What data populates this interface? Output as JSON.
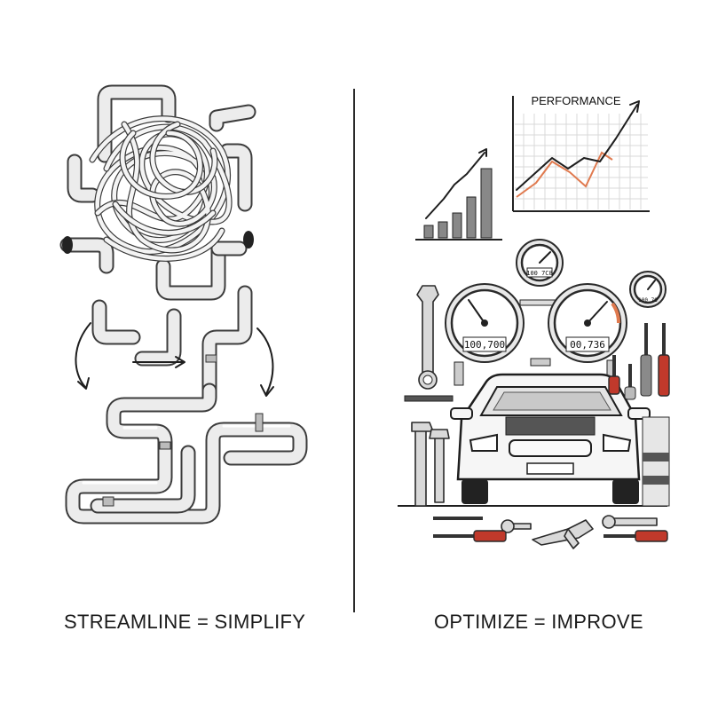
{
  "captions": {
    "left": "STREAMLINE = SIMPLIFY",
    "right": "OPTIMIZE = IMPROVE"
  },
  "performance_chart": {
    "title": "PERFORMANCE",
    "accent_color": "#e07a4f"
  },
  "gauges": {
    "left_readout": "100,700",
    "right_readout": "00,736",
    "top_readout": "100 7C8",
    "small_readout": "100 7Ø"
  },
  "icons": [
    "tangled-pipes-icon",
    "straight-pipes-icon",
    "curved-arrow-icon",
    "bar-chart-icon",
    "performance-chart-icon",
    "gauge-icon",
    "car-icon",
    "wrench-icon",
    "screwdriver-icon",
    "pliers-icon"
  ]
}
